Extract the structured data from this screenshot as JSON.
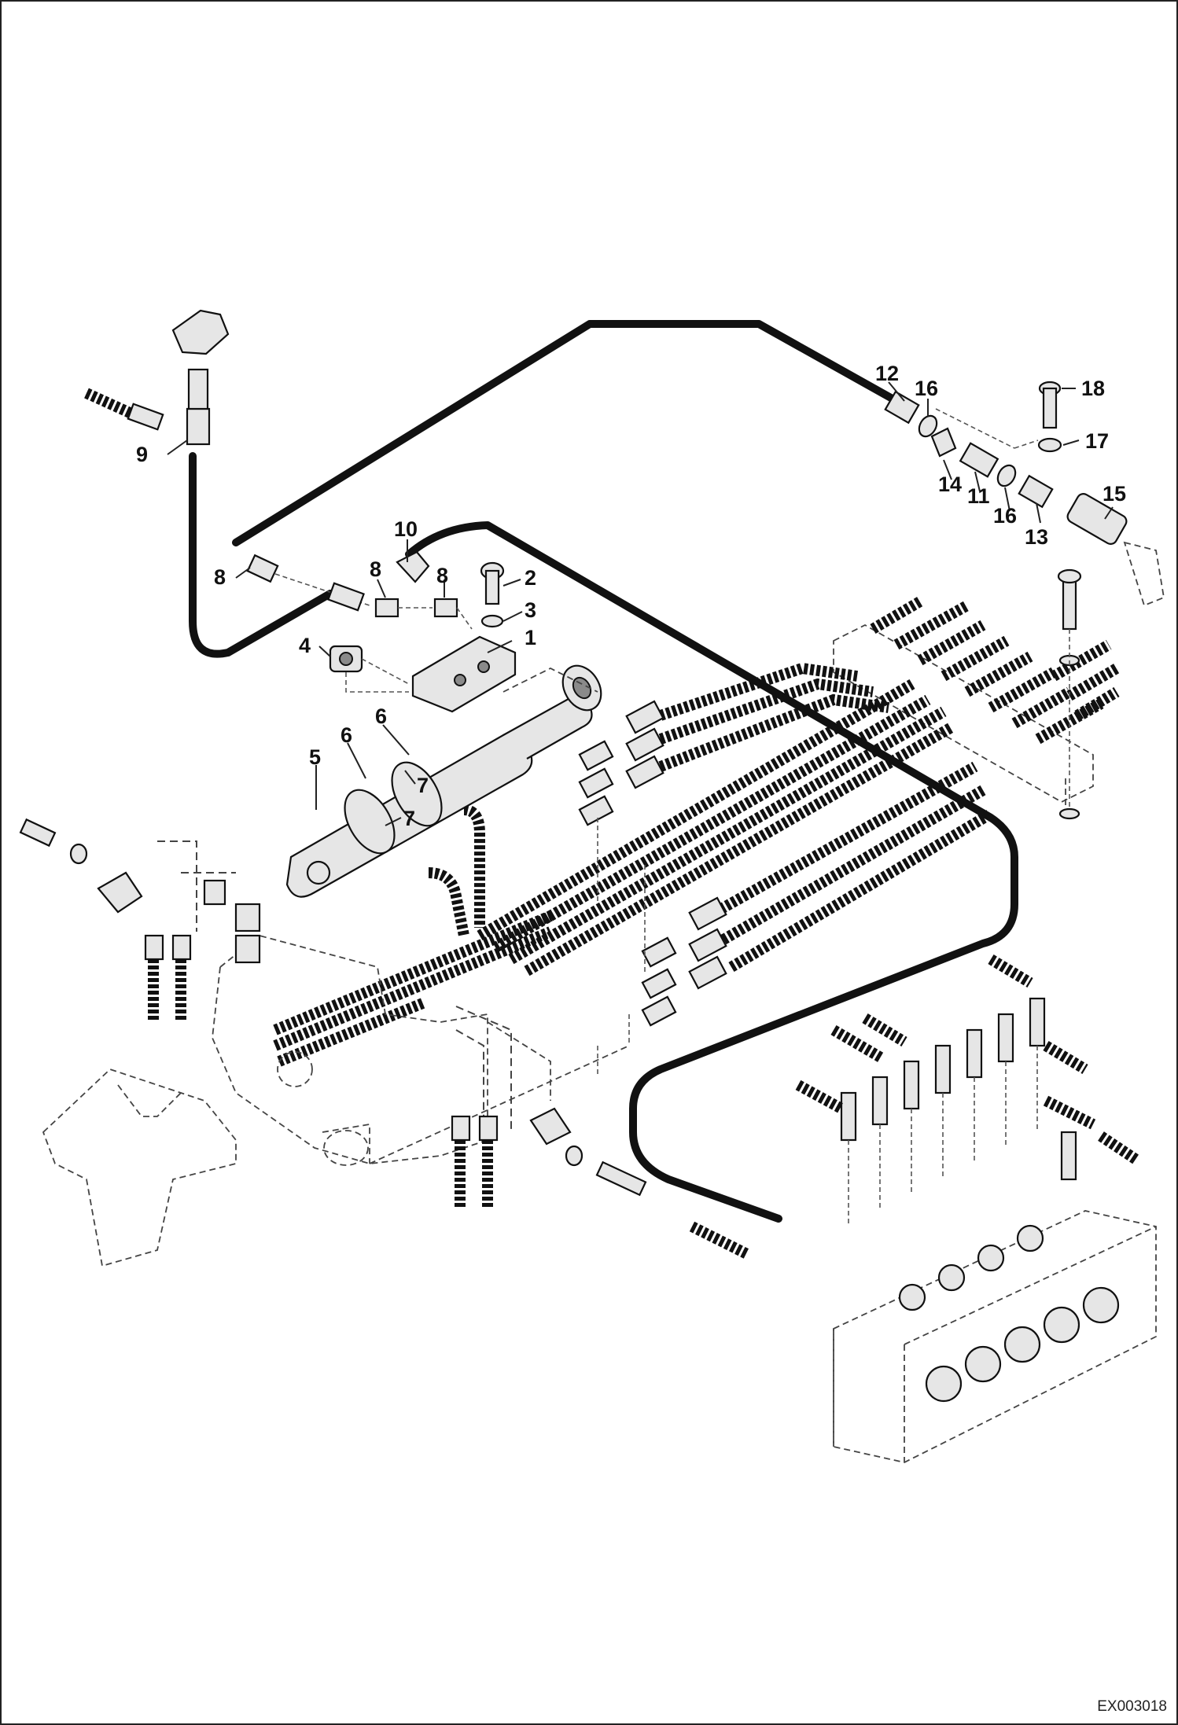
{
  "drawing_code": "EX003018",
  "callouts": [
    {
      "id": "c1",
      "text": "1"
    },
    {
      "id": "c2",
      "text": "2"
    },
    {
      "id": "c3",
      "text": "3"
    },
    {
      "id": "c4",
      "text": "4"
    },
    {
      "id": "c5",
      "text": "5"
    },
    {
      "id": "c6a",
      "text": "6"
    },
    {
      "id": "c6b",
      "text": "6"
    },
    {
      "id": "c7a",
      "text": "7"
    },
    {
      "id": "c7b",
      "text": "7"
    },
    {
      "id": "c8a",
      "text": "8"
    },
    {
      "id": "c8b",
      "text": "8"
    },
    {
      "id": "c8c",
      "text": "8"
    },
    {
      "id": "c9",
      "text": "9"
    },
    {
      "id": "c10",
      "text": "10"
    },
    {
      "id": "c11",
      "text": "11"
    },
    {
      "id": "c12",
      "text": "12"
    },
    {
      "id": "c13",
      "text": "13"
    },
    {
      "id": "c14",
      "text": "14"
    },
    {
      "id": "c15",
      "text": "15"
    },
    {
      "id": "c16a",
      "text": "16"
    },
    {
      "id": "c16b",
      "text": "16"
    },
    {
      "id": "c17",
      "text": "17"
    },
    {
      "id": "c18",
      "text": "18"
    }
  ],
  "icons": {
    "control_valve": "control-valve-icon",
    "boom_cylinder": "cylinder-icon",
    "hose": "hydraulic-hose-icon"
  }
}
